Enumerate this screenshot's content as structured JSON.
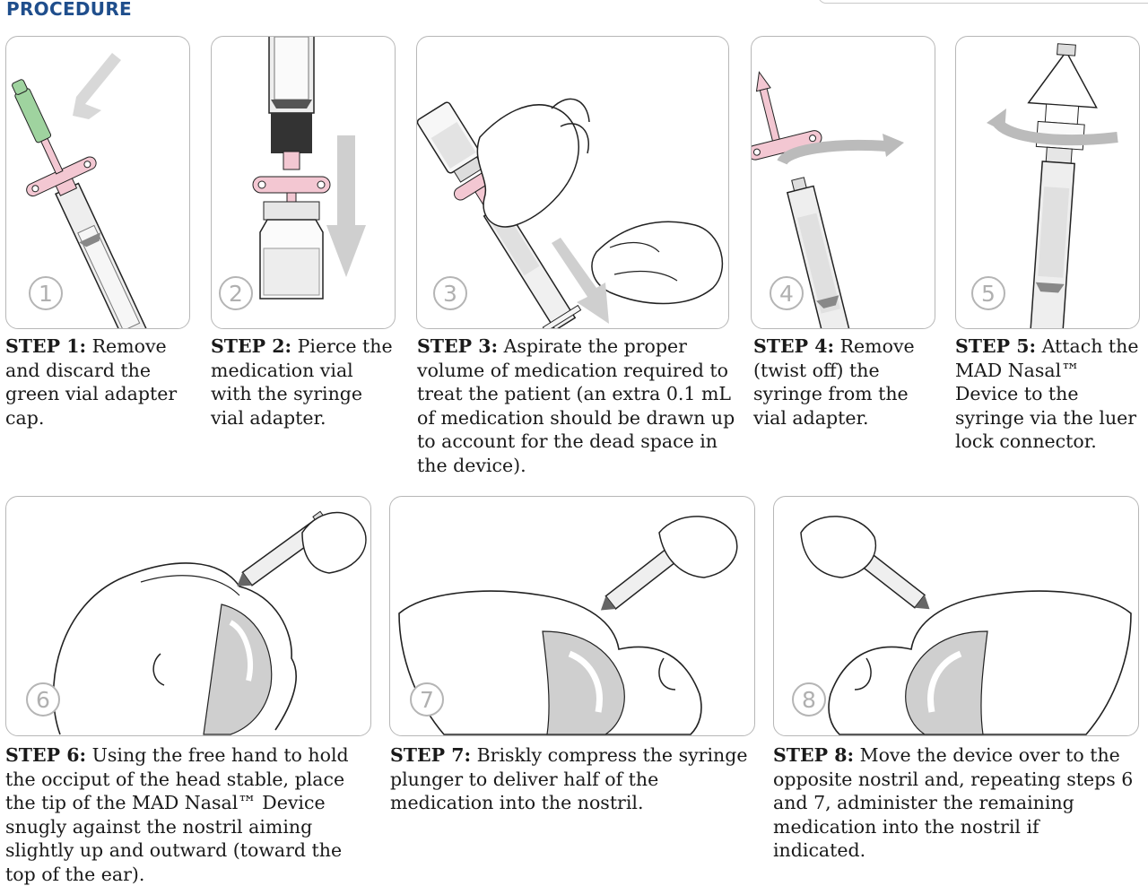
{
  "heading": "PROCEDURE",
  "colors": {
    "heading": "#1f4e8c",
    "panel_border": "#b7b7b7",
    "cap_green": "#9fd39f",
    "adapter_pink": "#f3c7d2"
  },
  "steps": [
    {
      "number": "1",
      "label": "STEP 1:",
      "text": " Remove and discard the green vial adapter cap."
    },
    {
      "number": "2",
      "label": "STEP 2:",
      "text": " Pierce the medication vial with the syringe vial adapter."
    },
    {
      "number": "3",
      "label": "STEP 3:",
      "text": " Aspirate the proper volume of medication required to treat the patient (an extra 0.1 mL of medication should be drawn up to account for the dead space in the device)."
    },
    {
      "number": "4",
      "label": "STEP 4:",
      "text": " Remove (twist off) the syringe from the vial adapter."
    },
    {
      "number": "5",
      "label": "STEP 5:",
      "text": " Attach the MAD Nasal™ Device to the syringe via the luer lock connector."
    },
    {
      "number": "6",
      "label": "STEP 6:",
      "text": " Using the free hand to hold the occiput of the head stable, place the tip of the MAD Nasal™ Device snugly against the nostril aiming slightly up and outward (toward the top of the ear)."
    },
    {
      "number": "7",
      "label": "STEP 7:",
      "text": " Briskly compress the syringe plunger to deliver half of the medication into the nostril."
    },
    {
      "number": "8",
      "label": "STEP 8:",
      "text": " Move the device over to the opposite nostril and, repeating steps 6 and 7, administer the remaining medication into the nostril if indicated."
    }
  ]
}
